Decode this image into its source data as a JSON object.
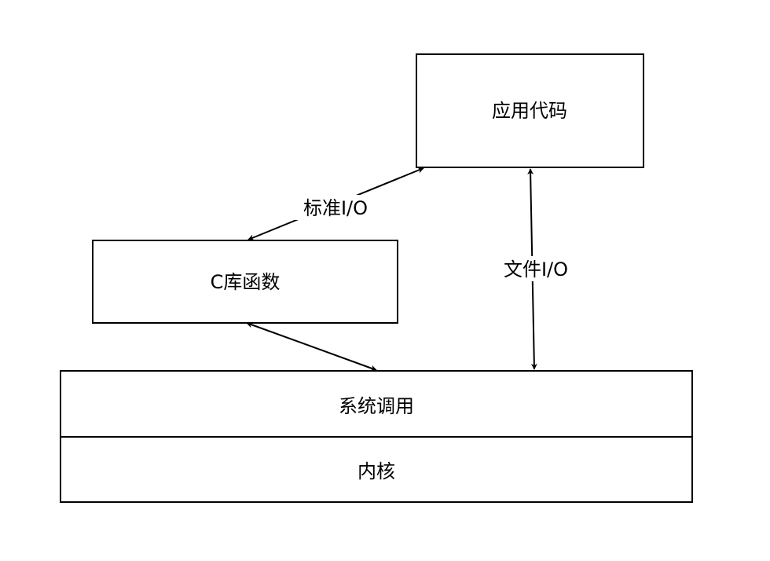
{
  "nodes": {
    "app_code": "应用代码",
    "c_library": "C库函数",
    "syscall": "系统调用",
    "kernel": "内核"
  },
  "edges": {
    "standard_io": "标准I/O",
    "file_io": "文件I/O"
  },
  "colors": {
    "stroke": "#000000",
    "fill": "#ffffff"
  }
}
